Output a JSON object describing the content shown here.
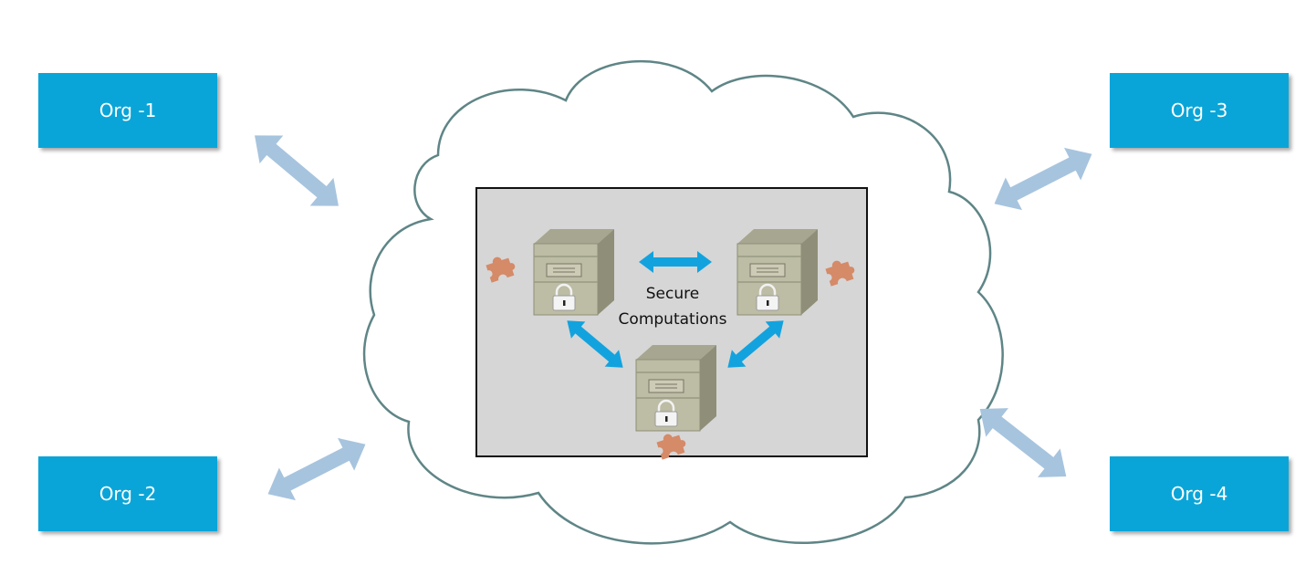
{
  "orgs": [
    {
      "label": "Org -1"
    },
    {
      "label": "Org -2"
    },
    {
      "label": "Org -3"
    },
    {
      "label": "Org -4"
    }
  ],
  "center": {
    "line1": "Secure",
    "line2": "Computations"
  },
  "colors": {
    "org_fill": "#0aa5d8",
    "outer_arrow": "#a7c4de",
    "inner_arrow": "#12a3df",
    "cloud_stroke": "#5f8586",
    "panel_fill": "#d6d6d6",
    "cabinet": "#b9b8a0",
    "puzzle": "#d58a68"
  },
  "icons": [
    "cloud-icon",
    "server-cabinet-icon",
    "padlock-icon",
    "puzzle-piece-icon",
    "double-arrow-icon"
  ]
}
